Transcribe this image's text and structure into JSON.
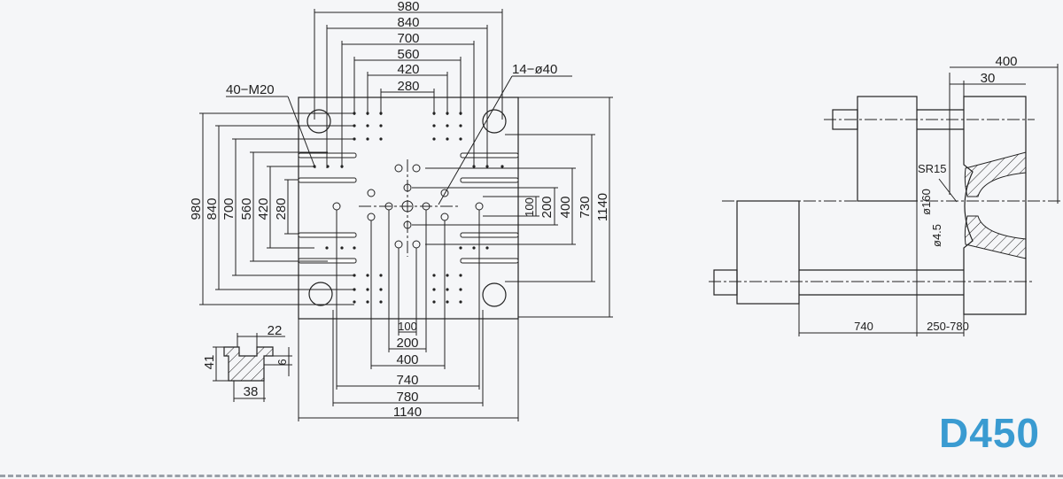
{
  "title": "D450",
  "colors": {
    "title": "#3a9bd1",
    "line": "#222222",
    "background": "#f5f6f8",
    "hatch": "#222222"
  },
  "platen_front_view": {
    "top_dims": [
      "980",
      "840",
      "700",
      "560",
      "420",
      "280"
    ],
    "left_dims": [
      "980",
      "840",
      "700",
      "560",
      "420",
      "280"
    ],
    "right_dims": [
      "1140",
      "730",
      "400",
      "200",
      "100"
    ],
    "bottom_dims": [
      "100",
      "200",
      "400",
      "740",
      "780",
      "1140"
    ],
    "callout_thread": "40−M20",
    "callout_holes": "14−ø40"
  },
  "t_slot_detail": {
    "dims": [
      "22",
      "41",
      "6",
      "38"
    ]
  },
  "side_view": {
    "dims": [
      "400",
      "30",
      "SR15",
      "ø160",
      "ø4.5",
      "740",
      "250-780"
    ]
  }
}
